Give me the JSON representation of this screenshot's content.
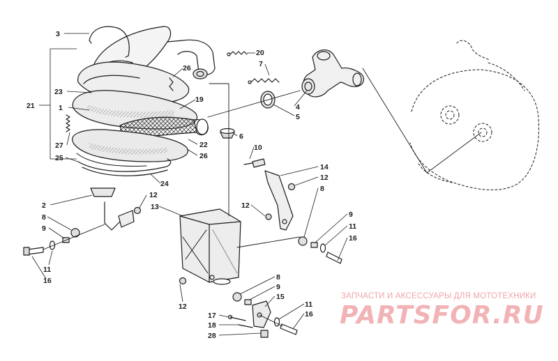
{
  "callouts": {
    "c1": "1",
    "c2": "2",
    "c3": "3",
    "c4": "4",
    "c5": "5",
    "c6": "6",
    "c7": "7",
    "c8a": "8",
    "c8b": "8",
    "c8c": "8",
    "c9a": "9",
    "c9b": "9",
    "c9c": "9",
    "c10": "10",
    "c11a": "11",
    "c11b": "11",
    "c11c": "11",
    "c12a": "12",
    "c12b": "12",
    "c12c": "12",
    "c12d": "12",
    "c13": "13",
    "c14": "14",
    "c15": "15",
    "c16a": "16",
    "c16b": "16",
    "c16c": "16",
    "c17": "17",
    "c18": "18",
    "c19": "19",
    "c20": "20",
    "c21": "21",
    "c22": "22",
    "c23": "23",
    "c24": "24",
    "c25": "25",
    "c26a": "26",
    "c26b": "26",
    "c27": "27",
    "c28": "28"
  },
  "watermark": {
    "tagline": "ЗАПЧАСТИ И АКСЕССУАРЫ ДЛЯ МОТОТЕХНИКИ",
    "brand": "PARTSFOR.RU",
    "color": "#f0a5a8"
  },
  "colors": {
    "line": "#1a1a1a",
    "shade": "#d9d9d9",
    "background": "#ffffff"
  }
}
